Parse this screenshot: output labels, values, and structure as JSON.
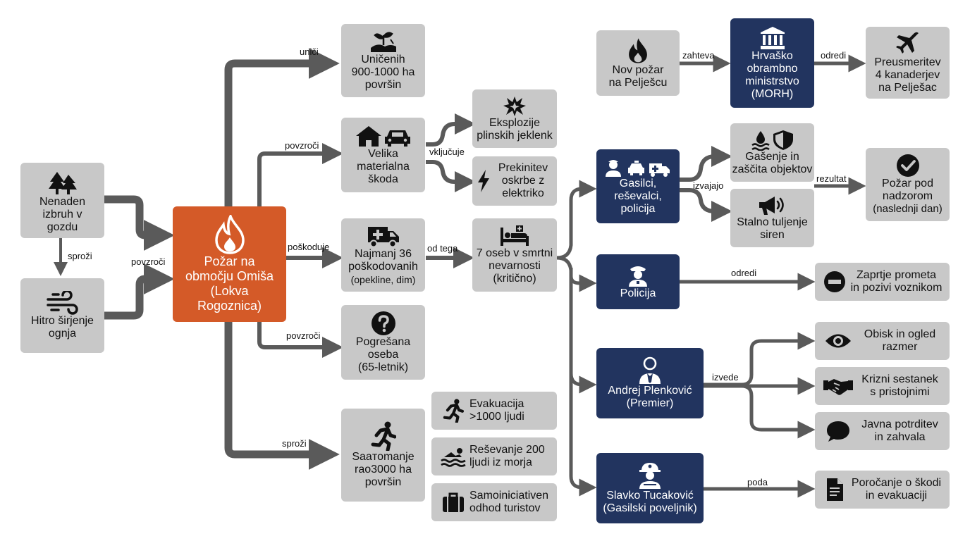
{
  "colors": {
    "grey": "#c8c8c8",
    "navy": "#22345f",
    "orange": "#d45a28",
    "arrow": "#5a5a5a"
  },
  "nodes": {
    "forest": {
      "lines": [
        "Nenaden",
        "izbruh v",
        "gozdu"
      ],
      "icon": "trees-icon"
    },
    "wind": {
      "lines": [
        "Hitro širjenje",
        "ognja"
      ],
      "icon": "wind-icon"
    },
    "fire": {
      "lines": [
        "Požar na",
        "območju Omiša",
        "(Lokva",
        "Rogoznica)"
      ],
      "icon": "flame-icon"
    },
    "destroyed": {
      "lines": [
        "Uničenih",
        "900-1000 ha",
        "površin"
      ],
      "icon": "burnt-plant-icon"
    },
    "damage": {
      "lines": [
        "Velika",
        "materialna",
        "škoda"
      ],
      "icon": "house-car-icon"
    },
    "explosions": {
      "lines": [
        "Eksplozije",
        "plinskih jeklenk"
      ],
      "icon": "explosion-icon"
    },
    "power": {
      "lines": [
        "Prekinitev",
        "oskrbe z",
        "elektriko"
      ],
      "icon": "lightning-icon"
    },
    "injured": {
      "lines": [
        "Najmanj 36",
        "poškodovanih",
        "(opekline, dim)"
      ],
      "icon": "ambulance-icon"
    },
    "critical": {
      "lines": [
        "7 oseb v smrtni",
        "nevarnosti",
        "(kritično)"
      ],
      "icon": "hospital-bed-icon"
    },
    "missing": {
      "lines": [
        "Pogrešana",
        "oseba",
        "(65-letnik)"
      ],
      "icon": "question-icon"
    },
    "threat": {
      "lines": [
        "Saaтomanje",
        "raо3000 ha",
        "površin"
      ],
      "icon": "running-person-icon"
    },
    "evac": {
      "lines": [
        "Evakuacija",
        ">1000 ljudi"
      ],
      "icon": "running-person-icon"
    },
    "sea": {
      "lines": [
        "Reševanje 200",
        "ljudi iz morja"
      ],
      "icon": "swimmer-icon"
    },
    "tourists": {
      "lines": [
        "Samoiniciativen",
        "odhod turistov"
      ],
      "icon": "suitcase-icon"
    },
    "peljesac": {
      "lines": [
        "Nov požar",
        "na Pelješcu"
      ],
      "icon": "flame-icon"
    },
    "morh": {
      "lines": [
        "Hrvaško",
        "obrambno",
        "ministrstvo",
        "(MORH)"
      ],
      "icon": "government-building-icon"
    },
    "canadair": {
      "lines": [
        "Preusmeritev",
        "4 kanaderjev",
        "na Pelješac"
      ],
      "icon": "airplane-icon"
    },
    "responders": {
      "lines": [
        "Gasilci,",
        "reševalci,",
        "policija"
      ],
      "icon": "responders-icon"
    },
    "extinguish": {
      "lines": [
        "Gašenje in",
        "zaščita objektov"
      ],
      "icon": "water-shield-icon"
    },
    "sirens": {
      "lines": [
        "Stalno tuljenje",
        "siren"
      ],
      "icon": "megaphone-icon"
    },
    "control": {
      "lines": [
        "Požar pod",
        "nadzorom",
        "(naslednji dan)"
      ],
      "icon": "check-circle-icon"
    },
    "police": {
      "lines": [
        "Policija"
      ],
      "icon": "police-officer-icon"
    },
    "traffic": {
      "lines": [
        "Zaprtje prometa",
        "in pozivi voznikom"
      ],
      "icon": "no-entry-icon"
    },
    "plenkovic": {
      "lines": [
        "Andrej Plenković",
        "(Premier)"
      ],
      "icon": "businessman-icon"
    },
    "visit": {
      "lines": [
        "Obisk in ogled",
        "razmer"
      ],
      "icon": "eye-icon"
    },
    "meeting": {
      "lines": [
        "Krizni sestanek",
        "s pristojnimi"
      ],
      "icon": "handshake-icon"
    },
    "thanks": {
      "lines": [
        "Javna potrditev",
        "in zahvala"
      ],
      "icon": "speech-bubble-icon"
    },
    "tucakovic": {
      "lines": [
        "Slavko Tucaković",
        "(Gasilski poveljnik)"
      ],
      "icon": "firefighter-icon"
    },
    "report": {
      "lines": [
        "Poročanje o škodi",
        "in evakuaciji"
      ],
      "icon": "document-icon"
    }
  },
  "labels": {
    "sprozi_left": "sproži",
    "povzroci_left": "povzroči",
    "unici": "uniči",
    "povzroci_damage": "povzroči",
    "vkljucuje": "vključuje",
    "poskoduje": "poškoduje",
    "od_tega": "od tega",
    "povzroci_missing": "povzroči",
    "sprozi_threat": "sproži",
    "zahteva": "zahteva",
    "odredi_morh": "odredi",
    "izvajajo": "izvajajo",
    "rezultat": "rezultat",
    "odredi_police": "odredi",
    "izvede": "izvede",
    "poda": "poda"
  }
}
